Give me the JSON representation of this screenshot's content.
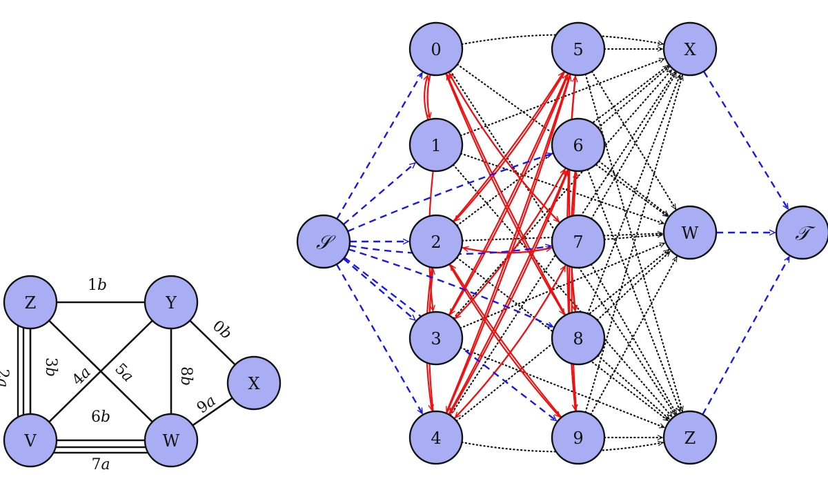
{
  "colors": {
    "node_fill": "#a9aef4",
    "node_stroke": "#111111",
    "black_dotted": "#111111",
    "blue_dashed": "#1616ee",
    "red_solid": "#ee1111"
  },
  "small_graph": {
    "nodes": [
      {
        "id": "Z",
        "label": "Z"
      },
      {
        "id": "Y",
        "label": "Y"
      },
      {
        "id": "X",
        "label": "X"
      },
      {
        "id": "V",
        "label": "V"
      },
      {
        "id": "W",
        "label": "W"
      }
    ],
    "edges": [
      {
        "from": "Z",
        "to": "Y",
        "style": "single",
        "num": "1",
        "letter": "b"
      },
      {
        "from": "Z",
        "to": "V",
        "style": "double",
        "num": "2",
        "letter": "a"
      },
      {
        "from": "Z",
        "to": "V",
        "style": "single",
        "num": "3",
        "letter": "b"
      },
      {
        "from": "Y",
        "to": "V",
        "style": "single",
        "num": "4",
        "letter": "a"
      },
      {
        "from": "Z",
        "to": "W",
        "style": "single",
        "num": "5",
        "letter": "a"
      },
      {
        "from": "V",
        "to": "W",
        "style": "single",
        "num": "6",
        "letter": "b"
      },
      {
        "from": "V",
        "to": "W",
        "style": "double",
        "num": "7",
        "letter": "a"
      },
      {
        "from": "Y",
        "to": "W",
        "style": "single",
        "num": "8",
        "letter": "b"
      },
      {
        "from": "Y",
        "to": "X",
        "style": "single",
        "num": "0",
        "letter": "b"
      },
      {
        "from": "W",
        "to": "X",
        "style": "single",
        "num": "9",
        "letter": "a"
      }
    ]
  },
  "flow_network": {
    "nodes": [
      {
        "id": "S",
        "label": "𝒮"
      },
      {
        "id": "0",
        "label": "0"
      },
      {
        "id": "1",
        "label": "1"
      },
      {
        "id": "2",
        "label": "2"
      },
      {
        "id": "3",
        "label": "3"
      },
      {
        "id": "4",
        "label": "4"
      },
      {
        "id": "5",
        "label": "5"
      },
      {
        "id": "6",
        "label": "6"
      },
      {
        "id": "7",
        "label": "7"
      },
      {
        "id": "8",
        "label": "8"
      },
      {
        "id": "9",
        "label": "9"
      },
      {
        "id": "X",
        "label": "X"
      },
      {
        "id": "W",
        "label": "W"
      },
      {
        "id": "Z",
        "label": "Z"
      },
      {
        "id": "T",
        "label": "𝒯"
      }
    ],
    "source_edges": [
      "0",
      "1",
      "2",
      "3",
      "4",
      "6",
      "7",
      "8",
      "9"
    ],
    "sink_edges": [
      "X",
      "W",
      "Z"
    ],
    "element_terminal_edges": [
      [
        "0",
        "X"
      ],
      [
        "0",
        "W"
      ],
      [
        "0",
        "Z"
      ],
      [
        "1",
        "X"
      ],
      [
        "1",
        "W"
      ],
      [
        "1",
        "Z"
      ],
      [
        "2",
        "X"
      ],
      [
        "2",
        "W"
      ],
      [
        "2",
        "Z"
      ],
      [
        "3",
        "X"
      ],
      [
        "3",
        "W"
      ],
      [
        "3",
        "Z"
      ],
      [
        "4",
        "X"
      ],
      [
        "4",
        "W"
      ],
      [
        "4",
        "Z"
      ],
      [
        "5",
        "X"
      ],
      [
        "5",
        "W"
      ],
      [
        "5",
        "Z"
      ],
      [
        "6",
        "X"
      ],
      [
        "6",
        "W"
      ],
      [
        "6",
        "Z"
      ],
      [
        "7",
        "X"
      ],
      [
        "7",
        "W"
      ],
      [
        "7",
        "Z"
      ],
      [
        "8",
        "X"
      ],
      [
        "8",
        "W"
      ],
      [
        "8",
        "Z"
      ],
      [
        "9",
        "X"
      ],
      [
        "9",
        "W"
      ],
      [
        "9",
        "Z"
      ]
    ],
    "exchange_edges": [
      [
        "0",
        "1"
      ],
      [
        "1",
        "0"
      ],
      [
        "0",
        "7"
      ],
      [
        "7",
        "0"
      ],
      [
        "0",
        "8"
      ],
      [
        "8",
        "0"
      ],
      [
        "1",
        "3"
      ],
      [
        "2",
        "4"
      ],
      [
        "4",
        "2"
      ],
      [
        "2",
        "5"
      ],
      [
        "5",
        "2"
      ],
      [
        "2",
        "7"
      ],
      [
        "7",
        "2"
      ],
      [
        "2",
        "9"
      ],
      [
        "9",
        "2"
      ],
      [
        "3",
        "5"
      ],
      [
        "5",
        "3"
      ],
      [
        "3",
        "6"
      ],
      [
        "6",
        "3"
      ],
      [
        "4",
        "5"
      ],
      [
        "5",
        "4"
      ],
      [
        "4",
        "6"
      ],
      [
        "6",
        "4"
      ],
      [
        "4",
        "7"
      ],
      [
        "7",
        "4"
      ],
      [
        "5",
        "8"
      ],
      [
        "5",
        "9"
      ],
      [
        "9",
        "5"
      ],
      [
        "6",
        "9"
      ],
      [
        "9",
        "6"
      ],
      [
        "6",
        "8"
      ]
    ]
  }
}
